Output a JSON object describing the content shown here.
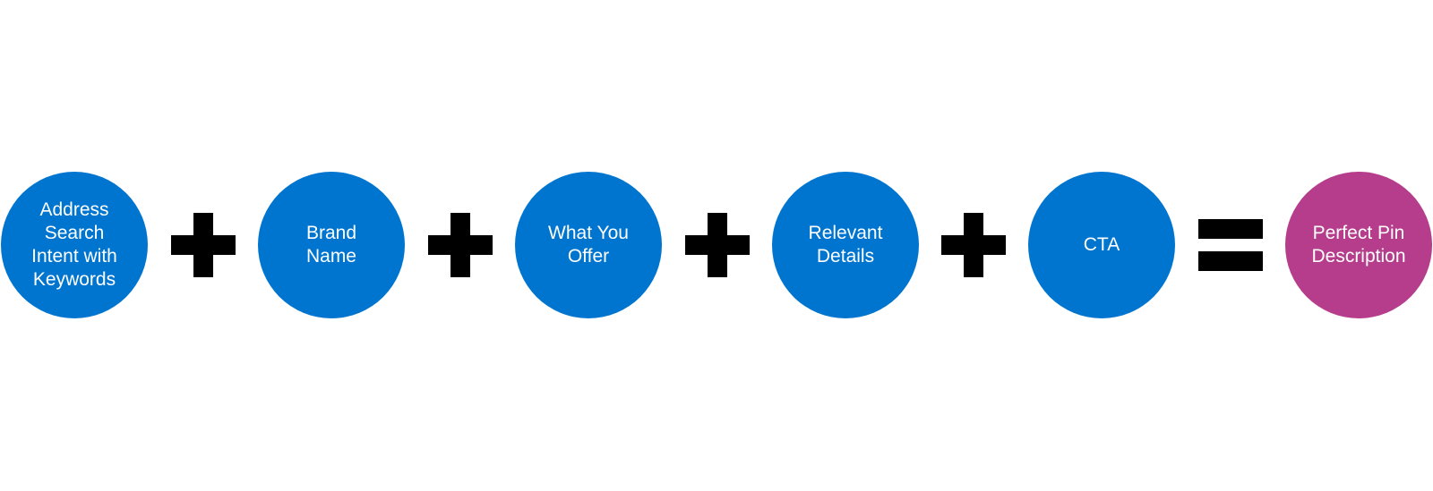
{
  "colors": {
    "step_circle": "#0075CF",
    "result_circle": "#B53D8C",
    "operator": "#000000",
    "label_text": "#FFFFFF",
    "background": "#FFFFFF"
  },
  "formula": {
    "steps": [
      {
        "label": "Address\nSearch\nIntent with\nKeywords"
      },
      {
        "label": "Brand\nName"
      },
      {
        "label": "What You\nOffer"
      },
      {
        "label": "Relevant\nDetails"
      },
      {
        "label": "CTA"
      }
    ],
    "result": {
      "label": "Perfect Pin\nDescription"
    },
    "operators": [
      "plus",
      "plus",
      "plus",
      "plus",
      "equals"
    ]
  }
}
